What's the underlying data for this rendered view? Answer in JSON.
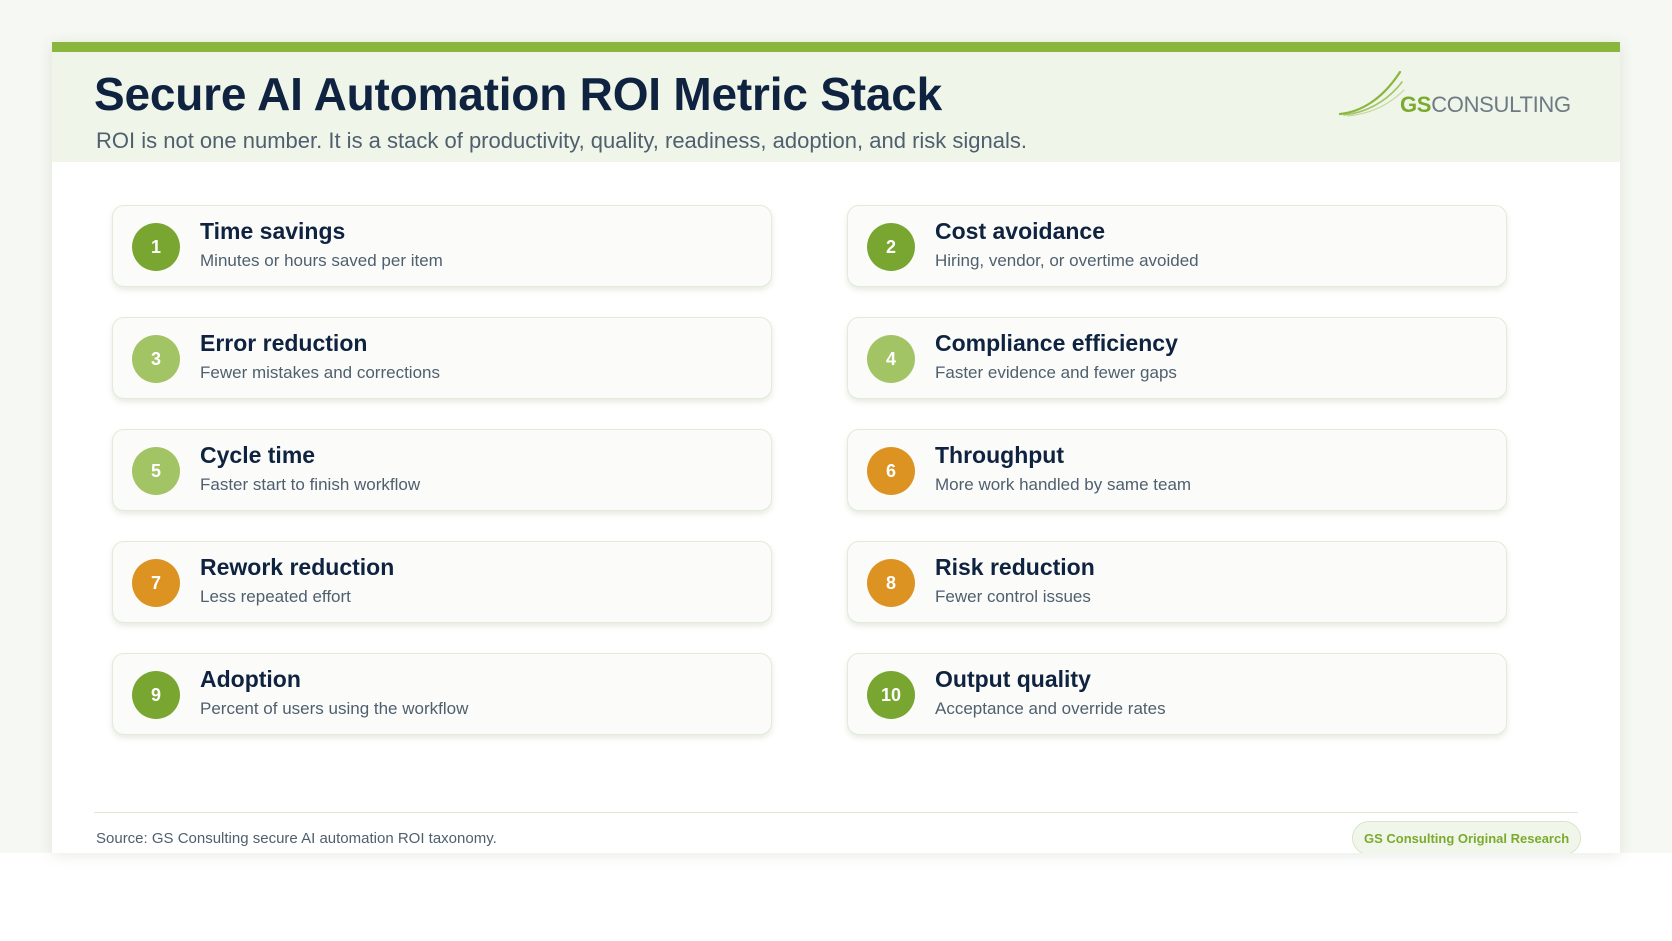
{
  "header": {
    "title": "Secure AI Automation ROI Metric Stack",
    "subtitle": "ROI is not one number. It is a stack of productivity, quality, readiness, adoption, and risk signals."
  },
  "logo": {
    "brand_bold": "GS",
    "brand_rest": "CONSULTING",
    "icon": "swoosh-icon"
  },
  "colors": {
    "accent": "#8bb63e",
    "dark_green": "#78a631",
    "light_green": "#a3c465",
    "orange": "#dc9322",
    "title": "#0f2340"
  },
  "metrics": [
    {
      "num": "1",
      "title": "Time savings",
      "desc": "Minutes or hours saved per item",
      "color": "#78a631"
    },
    {
      "num": "2",
      "title": "Cost avoidance",
      "desc": "Hiring, vendor, or overtime avoided",
      "color": "#78a631"
    },
    {
      "num": "3",
      "title": "Error reduction",
      "desc": "Fewer mistakes and corrections",
      "color": "#a3c465"
    },
    {
      "num": "4",
      "title": "Compliance efficiency",
      "desc": "Faster evidence and fewer gaps",
      "color": "#a3c465"
    },
    {
      "num": "5",
      "title": "Cycle time",
      "desc": "Faster start to finish workflow",
      "color": "#a3c465"
    },
    {
      "num": "6",
      "title": "Throughput",
      "desc": "More work handled by same team",
      "color": "#dc9322"
    },
    {
      "num": "7",
      "title": "Rework reduction",
      "desc": "Less repeated effort",
      "color": "#dc9322"
    },
    {
      "num": "8",
      "title": "Risk reduction",
      "desc": "Fewer control issues",
      "color": "#dc9322"
    },
    {
      "num": "9",
      "title": "Adoption",
      "desc": "Percent of users using the workflow",
      "color": "#78a631"
    },
    {
      "num": "10",
      "title": "Output quality",
      "desc": "Acceptance and override rates",
      "color": "#78a631"
    }
  ],
  "footer": {
    "source": "Source: GS Consulting secure AI automation ROI taxonomy.",
    "badge": "GS Consulting Original Research"
  }
}
